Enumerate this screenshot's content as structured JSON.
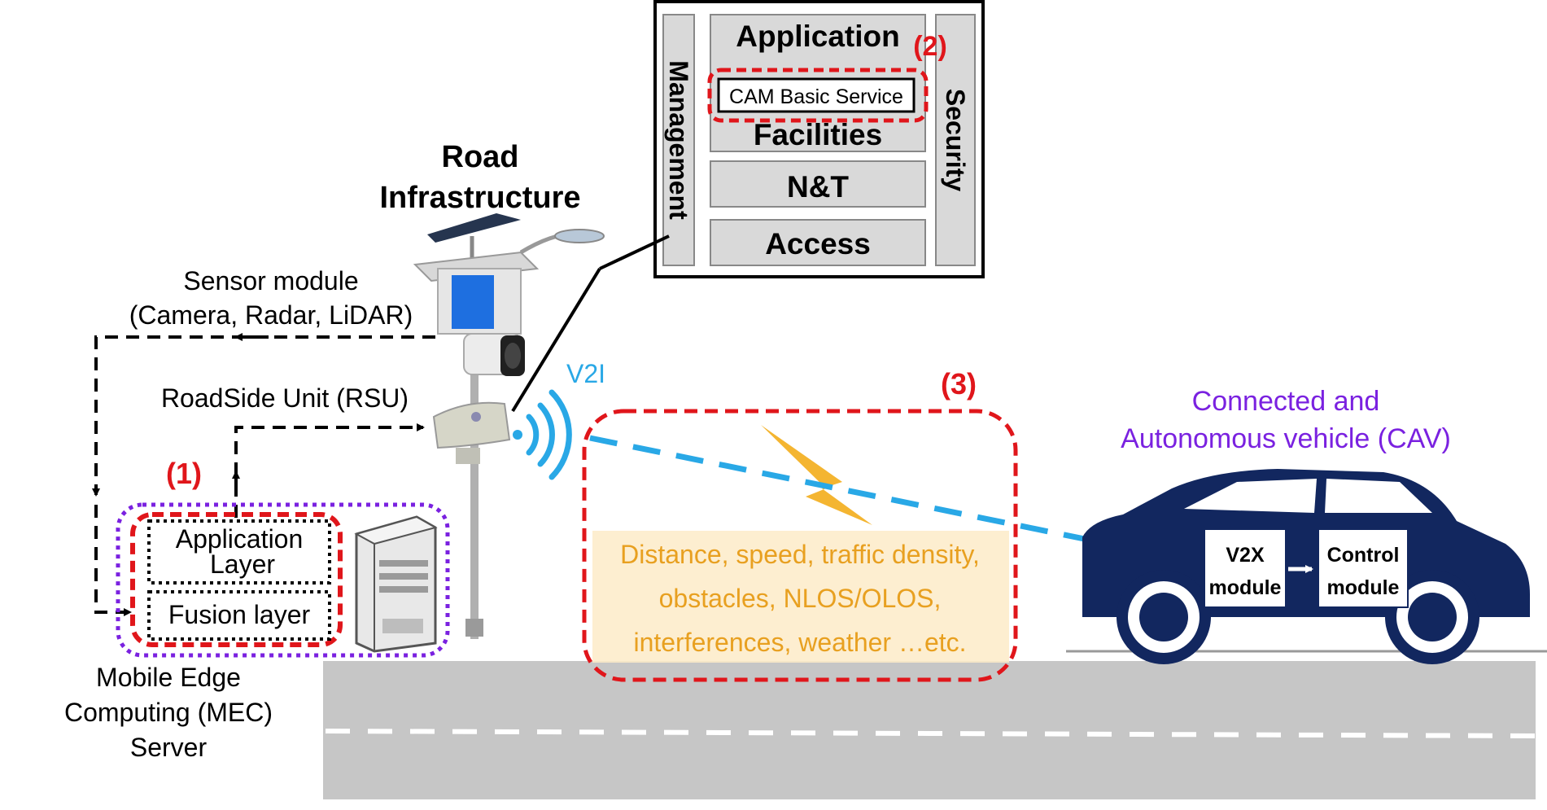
{
  "road_infrastructure": {
    "title_line1": "Road",
    "title_line2": "Infrastructure"
  },
  "sensor_module": {
    "line1": "Sensor module",
    "line2": "(Camera, Radar, LiDAR)"
  },
  "rsu_label": "RoadSide Unit (RSU)",
  "v2i_label": "V2I",
  "markers": {
    "m1": "(1)",
    "m2": "(2)",
    "m3": "(3)"
  },
  "protocol_stack": {
    "application": "Application",
    "cam_basic_service": "CAM Basic Service",
    "facilities": "Facilities",
    "nt": "N&T",
    "access": "Access",
    "management": "Management",
    "security": "Security"
  },
  "mec": {
    "application_layer_line1": "Application",
    "application_layer_line2": "Layer",
    "fusion_layer": "Fusion layer",
    "caption_line1": "Mobile Edge",
    "caption_line2": "Computing (MEC)",
    "caption_line3": "Server"
  },
  "factors": {
    "line1": "Distance, speed, traffic density,",
    "line2": "obstacles, NLOS/OLOS,",
    "line3": "interferences, weather …etc."
  },
  "cav": {
    "label_line1": "Connected and",
    "label_line2": "Autonomous vehicle (CAV)",
    "v2x_line1": "V2X",
    "v2x_line2": "module",
    "control_line1": "Control",
    "control_line2": "module"
  },
  "colors": {
    "red": "#e0161b",
    "purple": "#7a21e0",
    "blue": "#29a8e6",
    "orange": "#e8a020",
    "car": "#12275f",
    "road": "#c6c6c6",
    "stack_gray": "#d9d9d9"
  }
}
